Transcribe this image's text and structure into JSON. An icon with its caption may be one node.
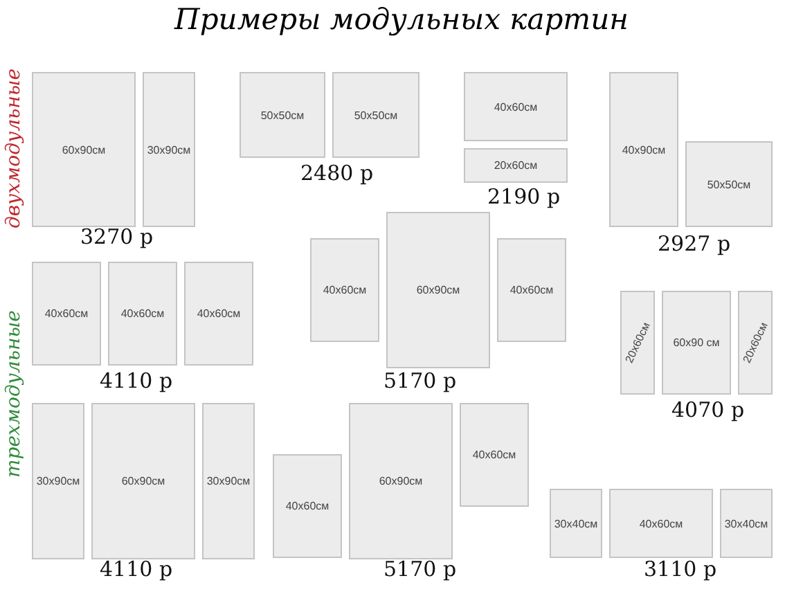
{
  "diagram": {
    "title": "Примеры модульных картин",
    "nodes": [
      {
        "text": [
          "60x90см"
        ]
      },
      {
        "text": [
          "30x90см"
        ]
      },
      {
        "text": [
          "50x50см"
        ]
      },
      {
        "text": [
          "50x50см"
        ]
      },
      {
        "text": [
          "40x60см"
        ]
      },
      {
        "text": [
          "20x60см"
        ]
      },
      {
        "text": [
          "40x90см"
        ]
      },
      {
        "text": [
          "50x50см"
        ]
      },
      {
        "text": [
          "40x60см"
        ]
      },
      {
        "text": [
          "40x60см"
        ]
      },
      {
        "text": [
          "40x60см"
        ]
      },
      {
        "text": [
          "40x60см"
        ]
      },
      {
        "text": [
          "60x90см"
        ]
      },
      {
        "text": [
          "40x60см"
        ]
      },
      {
        "text": [
          "20x60см"
        ]
      },
      {
        "text": [
          "60x90 см"
        ]
      },
      {
        "text": [
          "20x60см"
        ]
      },
      {
        "text": [
          "30x90см"
        ]
      },
      {
        "text": [
          "60x90см"
        ]
      },
      {
        "text": [
          "30x90см"
        ]
      },
      {
        "text": [
          "40x60см"
        ]
      },
      {
        "text": [
          "60x90см"
        ]
      },
      {
        "text": [
          "40x60см"
        ]
      },
      {
        "text": [
          "30x40см"
        ]
      },
      {
        "text": [
          "40x60см"
        ]
      },
      {
        "text": [
          "30x40см"
        ]
      }
    ],
    "labels": [
      "двухмодульные",
      "3270 р",
      "2480 р",
      "2190 р",
      "2927 р",
      "трехмодульные",
      "4110 р",
      "5170 р",
      "4070 р",
      "4110 р",
      "5170 р",
      "3110 р"
    ]
  }
}
